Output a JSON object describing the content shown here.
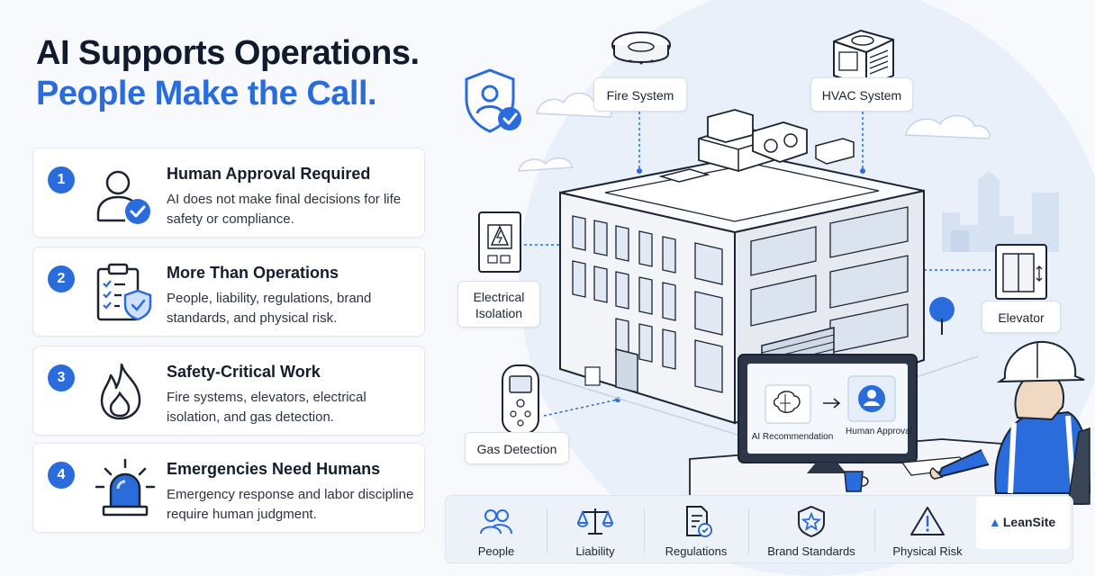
{
  "headline": {
    "line1": "AI Supports Operations.",
    "line2": "People Make the Call."
  },
  "cards": [
    {
      "num": "1",
      "title": "Human Approval Required",
      "desc": "AI does not make final decisions for life safety or compliance.",
      "icon": "person-check-icon"
    },
    {
      "num": "2",
      "title": "More Than Operations",
      "desc": "People, liability, regulations, brand standards, and physical risk.",
      "icon": "clipboard-shield-icon"
    },
    {
      "num": "3",
      "title": "Safety-Critical Work",
      "desc": "Fire systems, elevators, electrical isolation, and gas detection.",
      "icon": "flame-icon"
    },
    {
      "num": "4",
      "title": "Emergencies Need Humans",
      "desc": "Emergency response and labor discipline require human judgment.",
      "icon": "siren-icon"
    }
  ],
  "callouts": {
    "fire": "Fire System",
    "hvac": "HVAC System",
    "electrical_1": "Electrical",
    "electrical_2": "Isolation",
    "elevator": "Elevator",
    "gas": "Gas Detection"
  },
  "monitor": {
    "ai": "AI Recommendation",
    "human": "Human Approval"
  },
  "strip": [
    {
      "label": "People",
      "icon": "people-icon"
    },
    {
      "label": "Liability",
      "icon": "scales-icon"
    },
    {
      "label": "Regulations",
      "icon": "document-check-icon"
    },
    {
      "label": "Brand Standards",
      "icon": "star-badge-icon"
    },
    {
      "label": "Physical Risk",
      "icon": "warning-icon"
    }
  ],
  "logo": "LeanSite",
  "colors": {
    "accent": "#2a6cdc",
    "dark": "#111b2e",
    "background": "#f7f9fc"
  }
}
